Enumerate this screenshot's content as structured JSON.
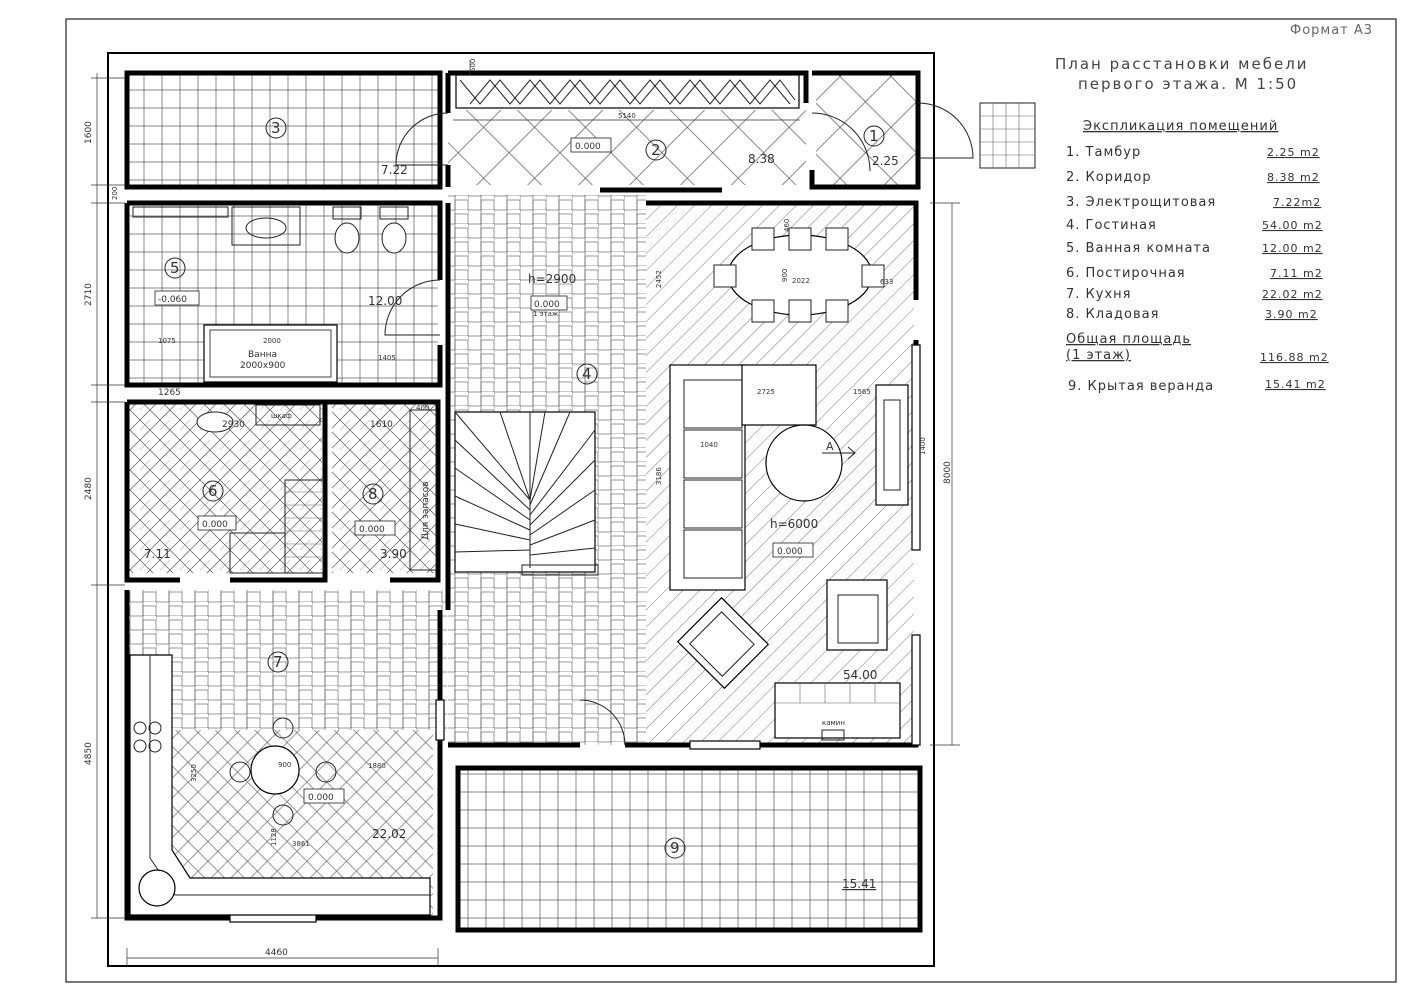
{
  "sheet": {
    "format_label": "Формат А3",
    "title_line1": "План расстановки мебели",
    "title_line2": "первого этажа. М 1:50"
  },
  "legend": {
    "heading": "Экспликация помещений",
    "items": [
      {
        "name": "1. Тамбур",
        "area": "2.25 m2"
      },
      {
        "name": "2. Коридор",
        "area": "8.38 m2"
      },
      {
        "name": "3. Электрощитовая",
        "area": "7.22m2"
      },
      {
        "name": "4. Гостиная",
        "area": "54.00 m2"
      },
      {
        "name": "5. Ванная комната",
        "area": "12.00 m2"
      },
      {
        "name": "6. Постирочная",
        "area": "7.11 m2"
      },
      {
        "name": "7. Кухня",
        "area": "22.02 m2"
      },
      {
        "name": "8. Кладовая",
        "area": "3.90 m2"
      }
    ],
    "total_line1": "Общая площадь",
    "total_line2": "(1 этаж)",
    "total_area": "116.88 m2",
    "veranda_name": "9. Крытая веранда",
    "veranda_area": "15.41 m2"
  },
  "rooms": {
    "r1": {
      "num": "1",
      "area": "2.25"
    },
    "r2": {
      "num": "2",
      "area": "8.38",
      "level": "0.000"
    },
    "r3": {
      "num": "3",
      "area": "7.22"
    },
    "r4": {
      "num": "4",
      "height": "h=2900",
      "level": "0.000",
      "floor": "1 этаж"
    },
    "r5": {
      "num": "5",
      "area": "12.00",
      "level": "-0.060",
      "bath_label": "Ванна",
      "bath_size": "2000x900"
    },
    "r6": {
      "num": "6",
      "area": "7.11",
      "level": "0.000"
    },
    "r7": {
      "num": "7",
      "area": "22.02",
      "level": "0.000"
    },
    "r8": {
      "num": "8",
      "area": "3.90",
      "level": "0.000",
      "shelf_label": "Для запасов"
    },
    "r9": {
      "num": "9",
      "area": "15.41"
    },
    "living": {
      "area": "54.00",
      "height": "h=6000",
      "level": "0.000",
      "fireplace": "камин",
      "section_mark": "А"
    }
  },
  "fixtures": {
    "cabinet": "шкаф"
  },
  "dimensions": {
    "left_1600": "1600",
    "left_200": "200",
    "left_2710": "2710",
    "left_2480": "2480",
    "left_4850": "4850",
    "bottom_4460": "4460",
    "right_8000": "8000",
    "d500": "500",
    "d5140": "5140",
    "d2452": "2452",
    "d3186": "3186",
    "d2725": "2725",
    "d1565": "1565",
    "d1040": "1040",
    "d1400": "1400",
    "d2022": "2022",
    "d900": "900",
    "d460": "460",
    "d633": "633",
    "d1075": "1075",
    "d2000": "2000",
    "d1405": "1405",
    "d1265": "1265",
    "d2930": "2930",
    "d1610": "1610",
    "d400": "400",
    "d3250": "3250",
    "d1880": "1880",
    "d3861": "3861",
    "d1128": "1128",
    "d900b": "900"
  }
}
